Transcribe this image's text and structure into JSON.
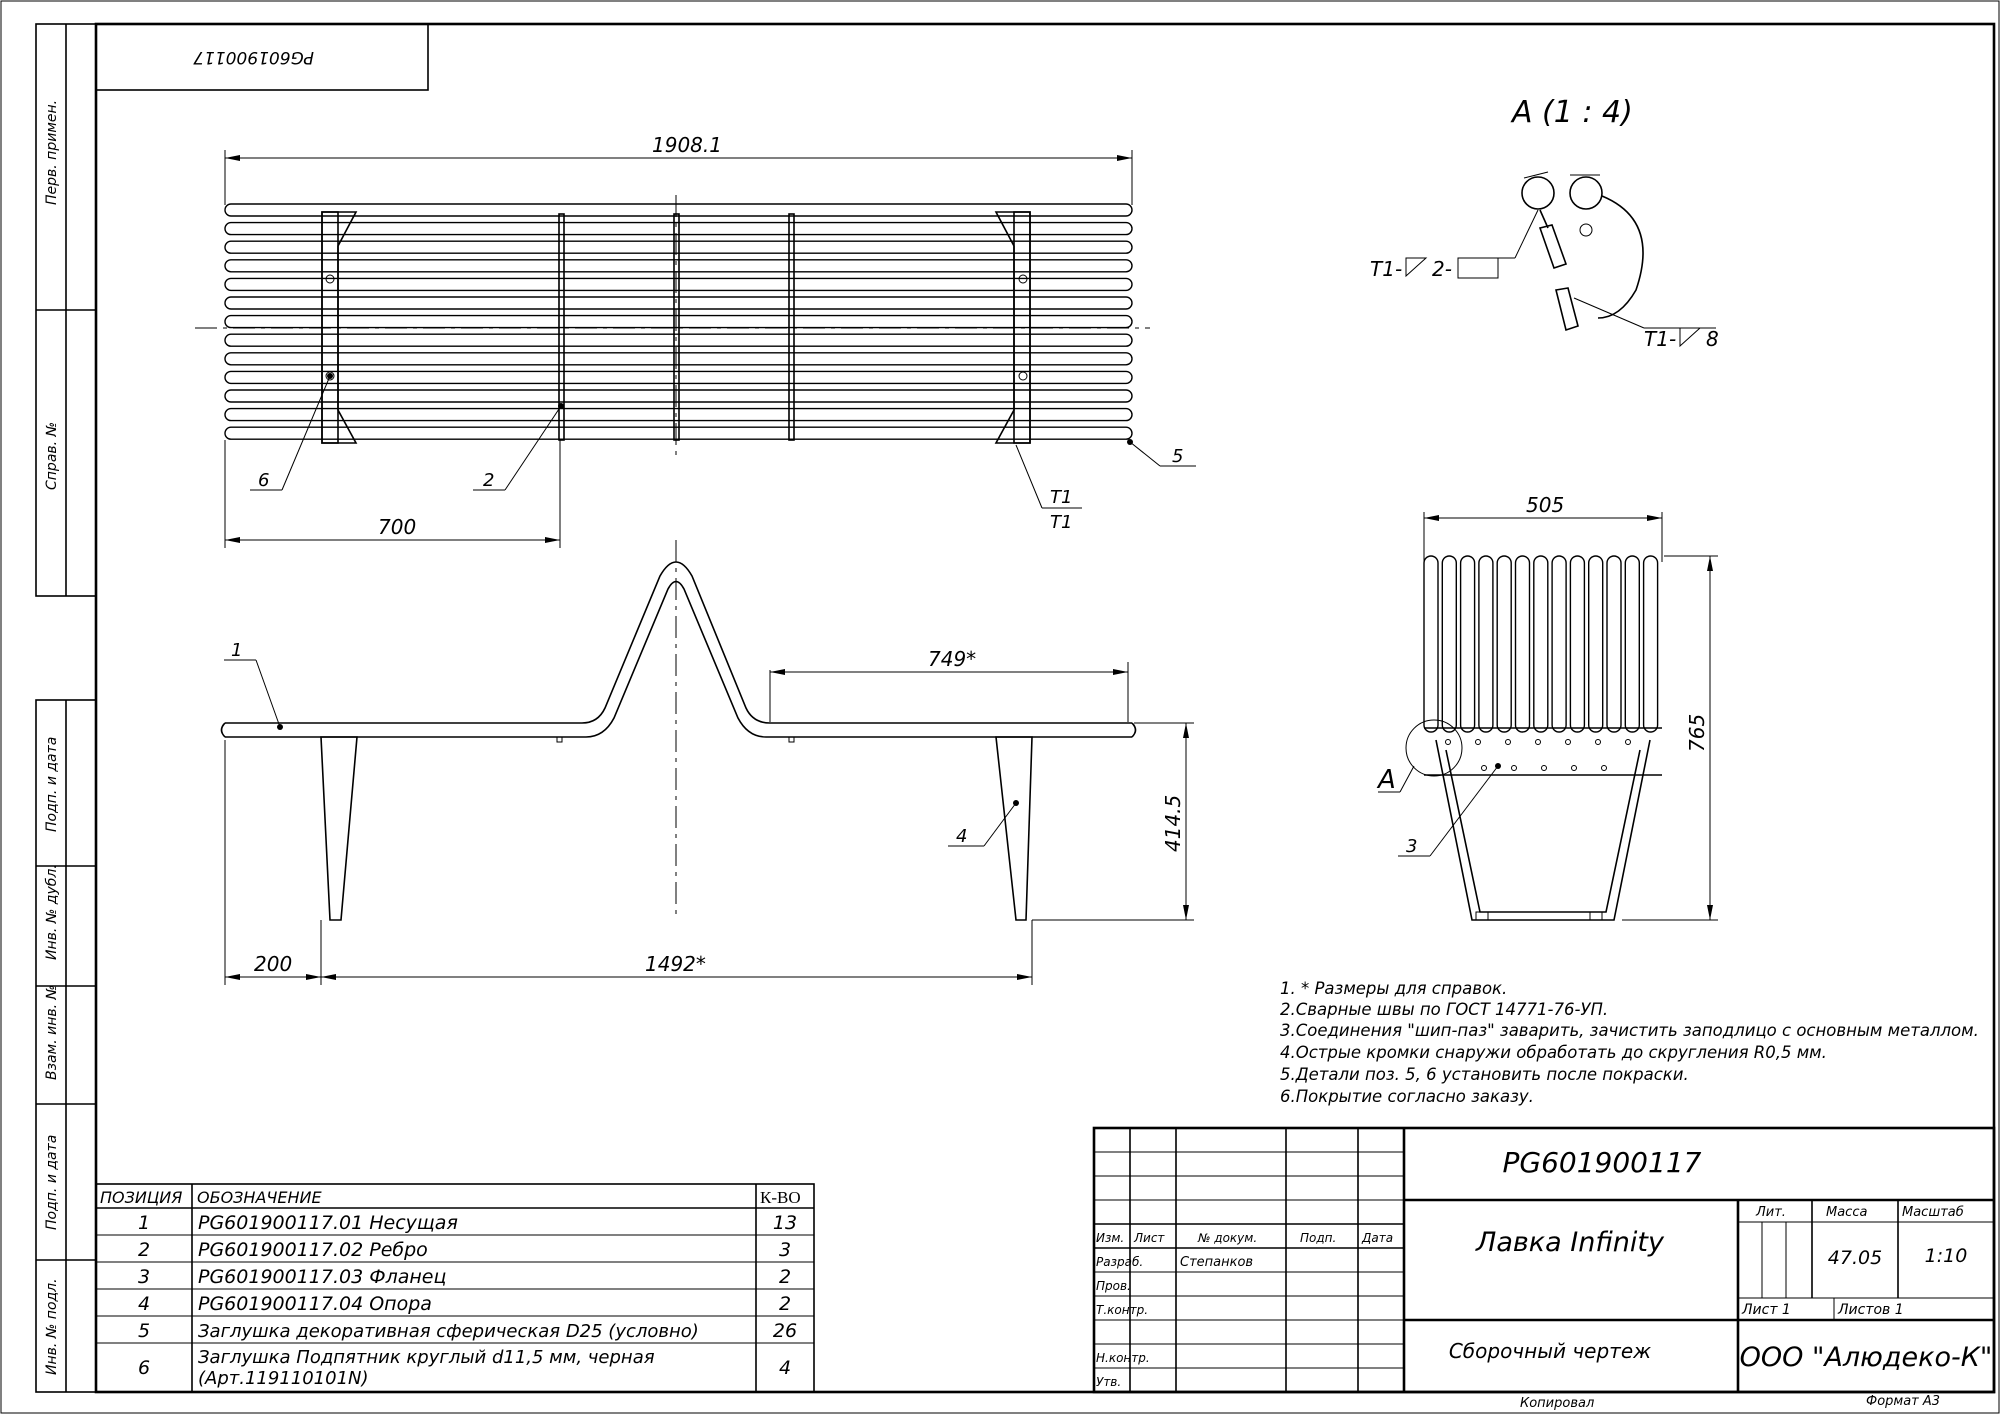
{
  "stamp_code": "PG601900117",
  "side_strip": {
    "perv_primen": "Перв. примен.",
    "sprav_no": "Справ. №",
    "podp_data_1": "Подп. и дата",
    "inv_dubl": "Инв. № дубл.",
    "vzam_inv": "Взам. инв. №",
    "podp_data_2": "Подп. и дата",
    "inv_podl": "Инв. № подл."
  },
  "views": {
    "top": {
      "dim_total_length": "1908.1",
      "dim_offset": "700",
      "leader_6": "6",
      "leader_2": "2",
      "leader_5": "5",
      "weld_t1_a": "T1",
      "weld_t1_b": "T1"
    },
    "front": {
      "dim_seat_length": "749*",
      "dim_height": "414.5",
      "dim_edge": "200",
      "dim_leg_span": "1492*",
      "leader_1": "1",
      "leader_4": "4"
    },
    "detail_a": {
      "title": "A (1 : 4)",
      "weld_left": "T1-",
      "weld_left_val": "2-",
      "weld_right": "T1-",
      "weld_right_val": "8"
    },
    "side": {
      "dim_width": "505",
      "dim_height": "765",
      "callout_a": "A",
      "leader_3": "3"
    }
  },
  "notes": [
    "1. * Размеры для справок.",
    "2.Сварные швы по ГОСТ 14771-76-УП.",
    "3.Соединения \"шип-паз\" заварить, зачистить заподлицо с основным металлом.",
    "4.Острые кромки снаружи обработать до скругления R0,5 мм.",
    "5.Детали поз. 5, 6 установить после покраски.",
    "6.Покрытие согласно заказу."
  ],
  "bom": {
    "headers": [
      "ПОЗИЦИЯ",
      "ОБОЗНАЧЕНИЕ",
      "К-ВО"
    ],
    "rows": [
      {
        "pos": "1",
        "name": "PG601900117.01 Несущая",
        "qty": "13"
      },
      {
        "pos": "2",
        "name": "PG601900117.02 Ребро",
        "qty": "3"
      },
      {
        "pos": "3",
        "name": "PG601900117.03 Фланец",
        "qty": "2"
      },
      {
        "pos": "4",
        "name": "PG601900117.04 Опора",
        "qty": "2"
      },
      {
        "pos": "5",
        "name": "Заглушка декоративная сферическая D25 (условно)",
        "qty": "26"
      },
      {
        "pos": "6",
        "name": "Заглушка Подпятник круглый d11,5 мм, черная",
        "name2": "(Арт.119110101N)",
        "qty": "4"
      }
    ]
  },
  "title_block": {
    "code": "PG601900117",
    "product_name": "Лавка Infinity",
    "doc_type": "Сборочный чертеж",
    "company": "ООО \"Алюдеко-К\"",
    "col_izm": "Изм.",
    "col_list": "Лист",
    "col_dokum": "№ докум.",
    "col_podp": "Подп.",
    "col_data": "Дата",
    "row_razrab": "Разраб.",
    "razrab_name": "Степанков",
    "row_prov": "Пров.",
    "row_tkontr": "Т.контр.",
    "row_nkontr": "Н.контр.",
    "row_utv": "Утв.",
    "lit_label": "Лит.",
    "mass_label": "Масса",
    "scale_label": "Масштаб",
    "mass_value": "47.05",
    "scale_value": "1:10",
    "sheet_label": "Лист 1",
    "sheets_label": "Листов 1",
    "copied": "Копировал",
    "format": "Формат А3"
  }
}
